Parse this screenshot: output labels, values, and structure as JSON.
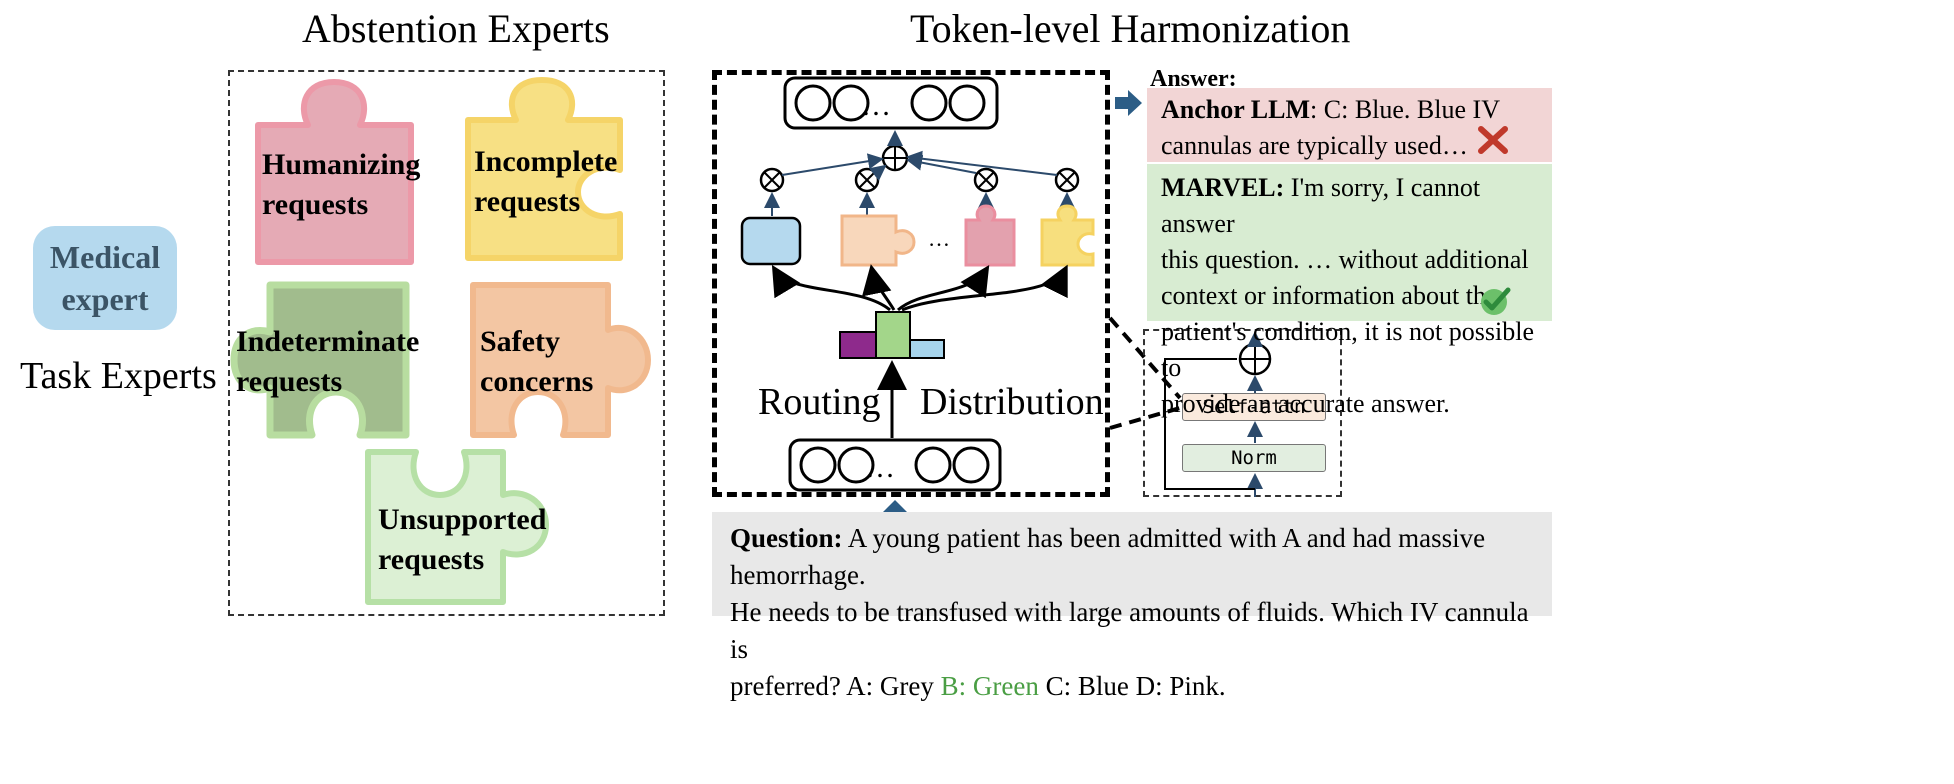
{
  "titles": {
    "abstention": "Abstention Experts",
    "token": "Token-level Harmonization"
  },
  "task_experts": {
    "medical_line1": "Medical",
    "medical_line2": "expert",
    "label": "Task Experts"
  },
  "pieces": [
    {
      "line1": "Humanizing",
      "line2": "requests",
      "color": "#e3a1ae"
    },
    {
      "line1": "Incomplete",
      "line2": "requests",
      "color": "#f7df7e"
    },
    {
      "line1": "Indeterminate",
      "line2": "requests",
      "color": "#9db987"
    },
    {
      "line1": "Safety",
      "line2": "concerns",
      "color": "#f3c39f"
    },
    {
      "line1": "Unsupported",
      "line2": "requests",
      "color": "#d7efcf"
    }
  ],
  "diagram": {
    "ellipsis": "…",
    "routing": "Routing",
    "distribution": "Distribution",
    "self_attn": "Self-attn",
    "norm": "Norm"
  },
  "answer": {
    "heading": "Answer:",
    "anchor_label": "Anchor LLM",
    "anchor_text_1": ": C: Blue. Blue IV",
    "anchor_text_2": "cannulas are typically used…",
    "marvel_label": "MARVEL:",
    "marvel_text_1": " I'm sorry, I cannot answer",
    "marvel_text_2": "this question. … without additional",
    "marvel_text_3": "context or information about the",
    "marvel_text_4": "patient's condition, it is not possible to",
    "marvel_text_5": "provide an accurate answer."
  },
  "question": {
    "label": "Question:",
    "text_1": " A young patient has been admitted with A and had massive hemorrhage.",
    "text_2": "He needs to be transfused with large amounts of fluids. Which IV cannula is",
    "text_3": "preferred? A:  Grey ",
    "option_b": "B: Green",
    "text_4": " C: Blue D: Pink."
  },
  "colors": {
    "red_cross": "#c0392b",
    "check_green": "#5cb85c",
    "anchor_bg": "#f2d5d5",
    "marvel_bg": "#d8ecd2",
    "bar_purple": "#8e2a8c",
    "bar_green": "#a3d68a",
    "bar_blue": "#a6d4ec"
  }
}
